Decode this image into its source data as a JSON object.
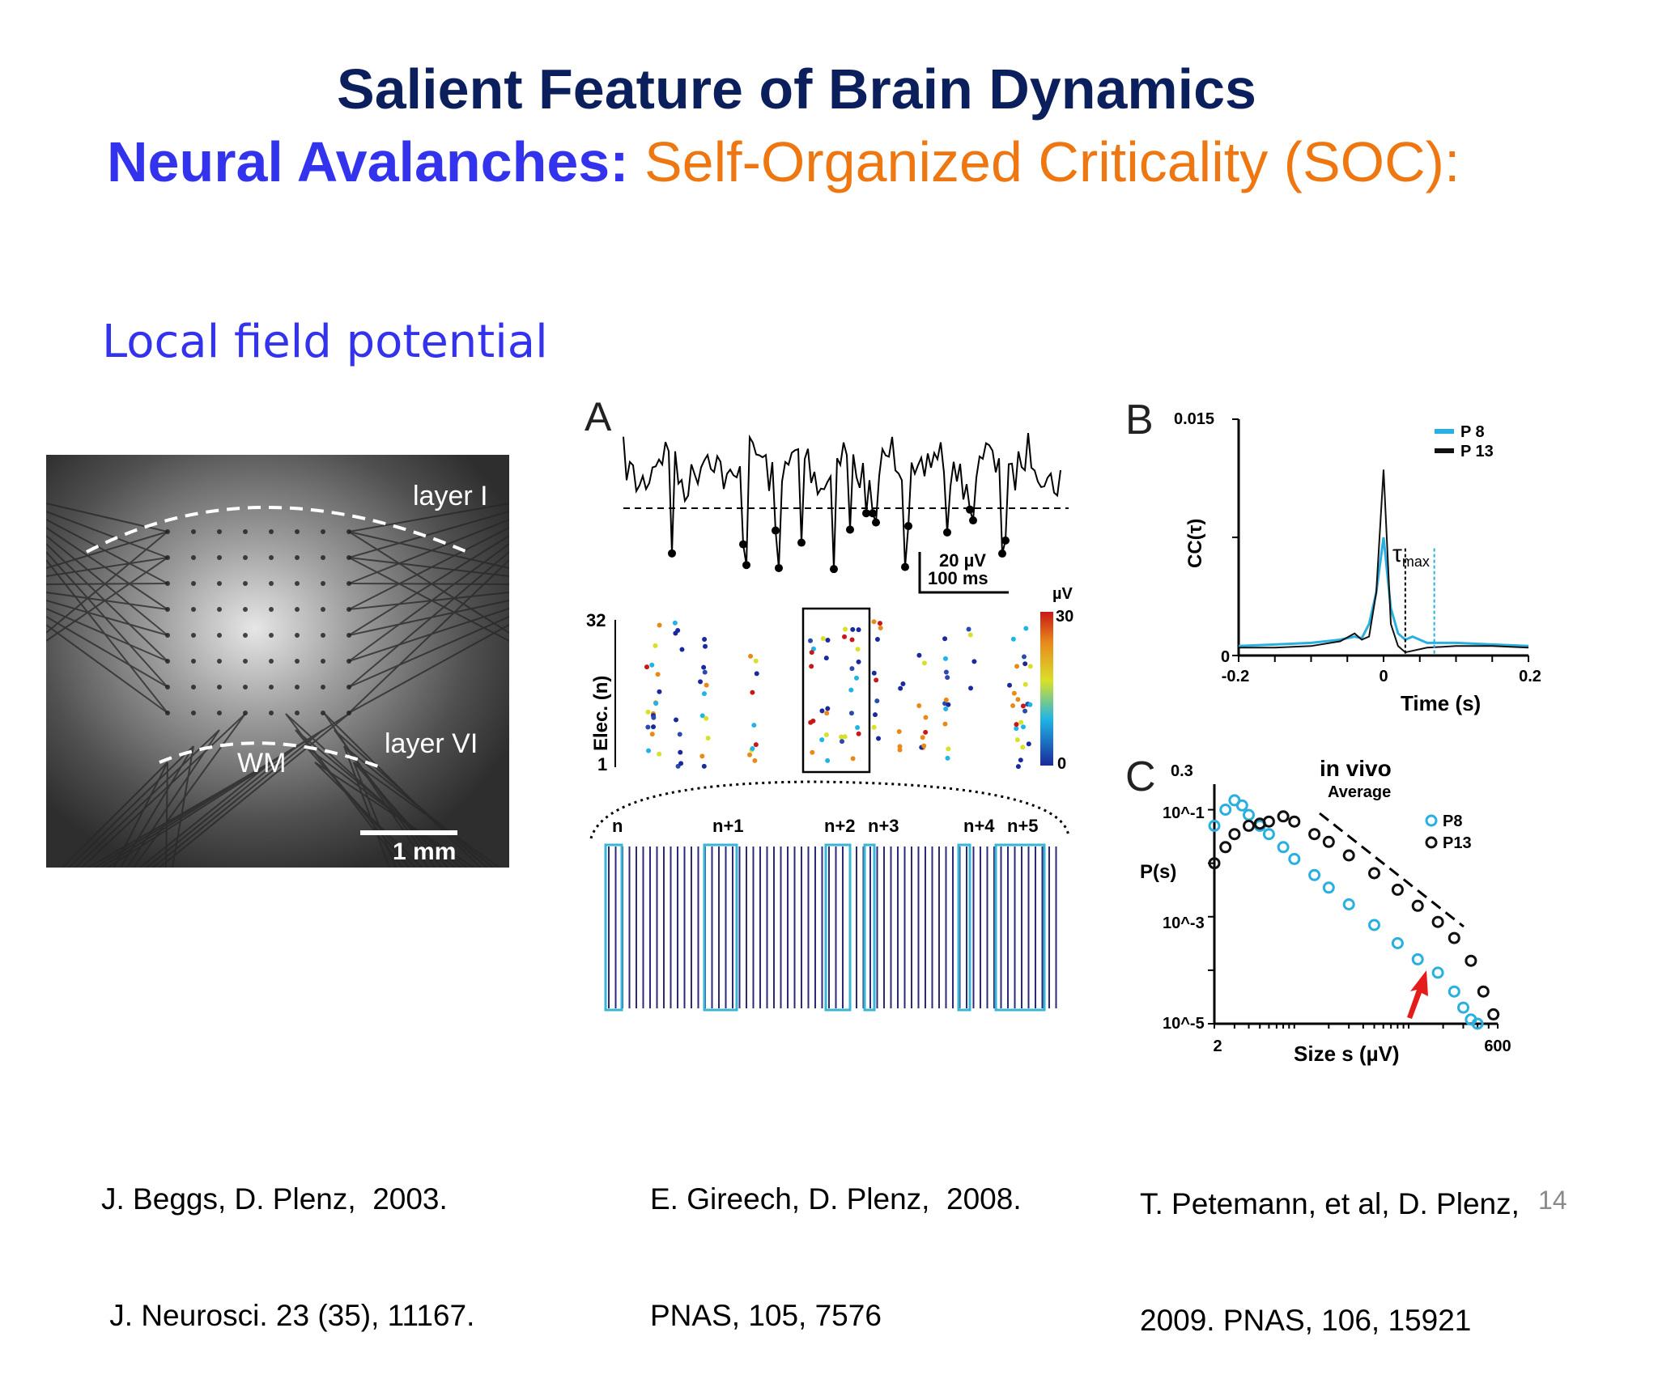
{
  "slide": {
    "title": "Salient Feature of Brain Dynamics",
    "subtitle_bold": "Neural Avalanches:",
    "subtitle_rest": "Self-Organized Criticality (SOC):",
    "section_label": "Local field potential",
    "page_number": "14"
  },
  "photo": {
    "label_layer1": "layer I",
    "label_layer6": "layer VI",
    "label_wm": "WM",
    "scale_bar": "1 mm"
  },
  "panel_a": {
    "letter": "A",
    "scale_amp": "20 µV",
    "scale_time": "100 ms",
    "y_axis": "Elec. (n)",
    "tick_top": "32",
    "tick_bottom": "1",
    "colorbar_unit": "µV",
    "colorbar_max": "30",
    "colorbar_min": "0",
    "bin_labels": [
      "n",
      "n+1",
      "n+2",
      "n+3",
      "n+4",
      "n+5"
    ]
  },
  "chart_data": [
    {
      "type": "line",
      "panel": "B",
      "xlabel": "Time (s)",
      "ylabel": "CC(τ)",
      "xlim": [
        -0.2,
        0.2
      ],
      "ylim": [
        0,
        0.015
      ],
      "x_ticks": [
        "-0.2",
        "0",
        "0.2"
      ],
      "y_ticks": [
        "0",
        "0.015"
      ],
      "annotation": "τmax",
      "legend": [
        "P 8",
        "P 13"
      ],
      "legend_position": "top-right",
      "series": [
        {
          "name": "P 8",
          "color": "#2ab0e0",
          "x": [
            -0.2,
            -0.15,
            -0.1,
            -0.06,
            -0.04,
            -0.03,
            -0.02,
            -0.01,
            0,
            0.01,
            0.02,
            0.03,
            0.04,
            0.06,
            0.1,
            0.15,
            0.2
          ],
          "y": [
            0.0006,
            0.0007,
            0.0008,
            0.001,
            0.0012,
            0.0011,
            0.002,
            0.004,
            0.0075,
            0.003,
            0.0014,
            0.001,
            0.0012,
            0.0008,
            0.0008,
            0.0007,
            0.0006
          ]
        },
        {
          "name": "P 13",
          "color": "#111111",
          "x": [
            -0.2,
            -0.15,
            -0.1,
            -0.06,
            -0.04,
            -0.03,
            -0.02,
            -0.01,
            0,
            0.01,
            0.02,
            0.03,
            0.04,
            0.06,
            0.1,
            0.15,
            0.2
          ],
          "y": [
            0.0005,
            0.0005,
            0.0006,
            0.0009,
            0.0014,
            0.001,
            0.0012,
            0.004,
            0.0118,
            0.002,
            0.0006,
            0.0002,
            0.0003,
            0.0005,
            0.0006,
            0.0006,
            0.0005
          ]
        }
      ]
    },
    {
      "type": "scatter",
      "panel": "C",
      "title": "in vivo",
      "subtitle": "Average",
      "xlabel": "Size s (µV)",
      "ylabel": "P(s)",
      "x_scale": "log",
      "y_scale": "log",
      "xlim": [
        2,
        600
      ],
      "ylim": [
        1e-05,
        0.3
      ],
      "x_ticks": [
        "2",
        "600"
      ],
      "y_ticks": [
        "0.3",
        "10^-1",
        "10^-3",
        "10^-5"
      ],
      "legend": [
        "P8",
        "P13"
      ],
      "legend_position": "top-right",
      "series": [
        {
          "name": "P8",
          "color": "#2ab0e0",
          "x": [
            2,
            2.5,
            3,
            3.5,
            4,
            5,
            6,
            8,
            10,
            15,
            20,
            30,
            50,
            80,
            120,
            180,
            250,
            300,
            350,
            400
          ],
          "y": [
            0.05,
            0.1,
            0.15,
            0.12,
            0.08,
            0.05,
            0.035,
            0.02,
            0.012,
            0.006,
            0.0035,
            0.0017,
            0.0007,
            0.00032,
            0.00016,
            9e-05,
            4e-05,
            2e-05,
            1.2e-05,
            1e-05
          ]
        },
        {
          "name": "P13",
          "color": "#111111",
          "x": [
            2,
            2.5,
            3,
            4,
            5,
            6,
            8,
            10,
            15,
            20,
            30,
            50,
            80,
            120,
            180,
            250,
            350,
            450,
            550
          ],
          "y": [
            0.01,
            0.02,
            0.035,
            0.05,
            0.055,
            0.06,
            0.075,
            0.06,
            0.035,
            0.025,
            0.014,
            0.0065,
            0.0032,
            0.0016,
            0.0008,
            0.0004,
            0.00015,
            4e-05,
            1.5e-05
          ]
        }
      ]
    }
  ],
  "references": {
    "ref1_line1": "J. Beggs, D. Plenz,  2003.",
    "ref1_line2": " J. Neurosci. 23 (35), 11167.",
    "ref2_line1": "E. Gireech, D. Plenz,  2008.",
    "ref2_line2": "PNAS, 105, 7576",
    "ref3_line1": "T. Petemann, et al, D. Plenz,",
    "ref3_line2": "2009. PNAS, 106, 15921"
  }
}
